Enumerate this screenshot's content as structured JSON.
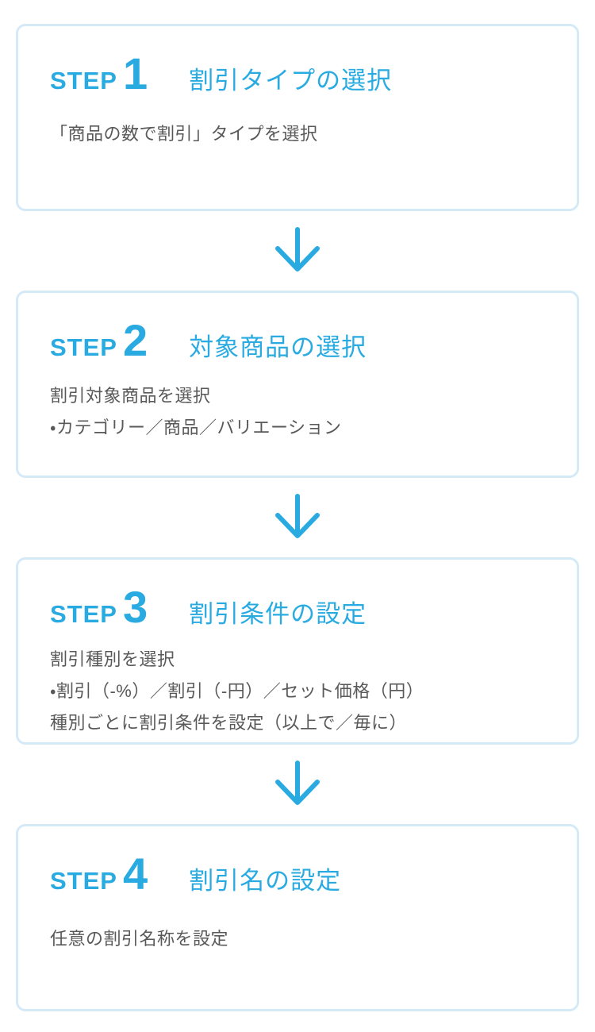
{
  "accent_color": "#29abe2",
  "card_border_color": "#d6e9f6",
  "body_text_color": "#595959",
  "arrow_icon": "arrow-down-icon",
  "steps": [
    {
      "label": "STEP",
      "number": "1",
      "title": "割引タイプの選択",
      "lines": [
        "「商品の数で割引」タイプを選択"
      ]
    },
    {
      "label": "STEP",
      "number": "2",
      "title": "対象商品の選択",
      "lines": [
        "割引対象商品を選択",
        "・カテゴリー／商品／バリエーション"
      ]
    },
    {
      "label": "STEP",
      "number": "3",
      "title": "割引条件の設定",
      "lines": [
        "割引種別を選択",
        "・割引（-%）／割引（-円）／セット価格（円）",
        "種別ごとに割引条件を設定（以上で／毎に）"
      ]
    },
    {
      "label": "STEP",
      "number": "4",
      "title": "割引名の設定",
      "lines": [
        "任意の割引名称を設定"
      ]
    }
  ]
}
